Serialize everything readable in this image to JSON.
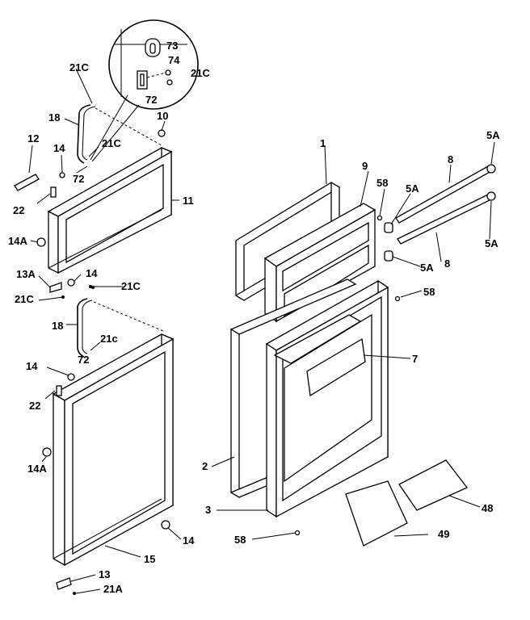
{
  "labels": {
    "l73": "73",
    "l74": "74",
    "l21c_zoom": "21C",
    "l72_zoom": "72",
    "l21c_top": "21C",
    "l18_top": "18",
    "l10": "10",
    "l21c_mid": "21C",
    "l12": "12",
    "l14_top": "14",
    "l72_top": "72",
    "l11": "11",
    "l22_top": "22",
    "l14a_top": "14A",
    "l13a": "13A",
    "l14_b": "14",
    "l21c_a": "21C",
    "l21c_b": "21C",
    "l18_bot": "18",
    "l21c_lower": "21c",
    "l72_bot": "72",
    "l14_c": "14",
    "l22_bot": "22",
    "l14a_bot": "14A",
    "l14_d": "14",
    "l15": "15",
    "l13": "13",
    "l21a": "21A",
    "l1": "1",
    "l9": "9",
    "l58_a": "58",
    "l5a_a": "5A",
    "l8_a": "8",
    "l5a_top": "5A",
    "l5a_b": "5A",
    "l5a_c": "5A",
    "l8_b": "8",
    "l58_b": "58",
    "l7": "7",
    "l2": "2",
    "l3": "3",
    "l58_c": "58",
    "l48": "48",
    "l49": "49"
  }
}
